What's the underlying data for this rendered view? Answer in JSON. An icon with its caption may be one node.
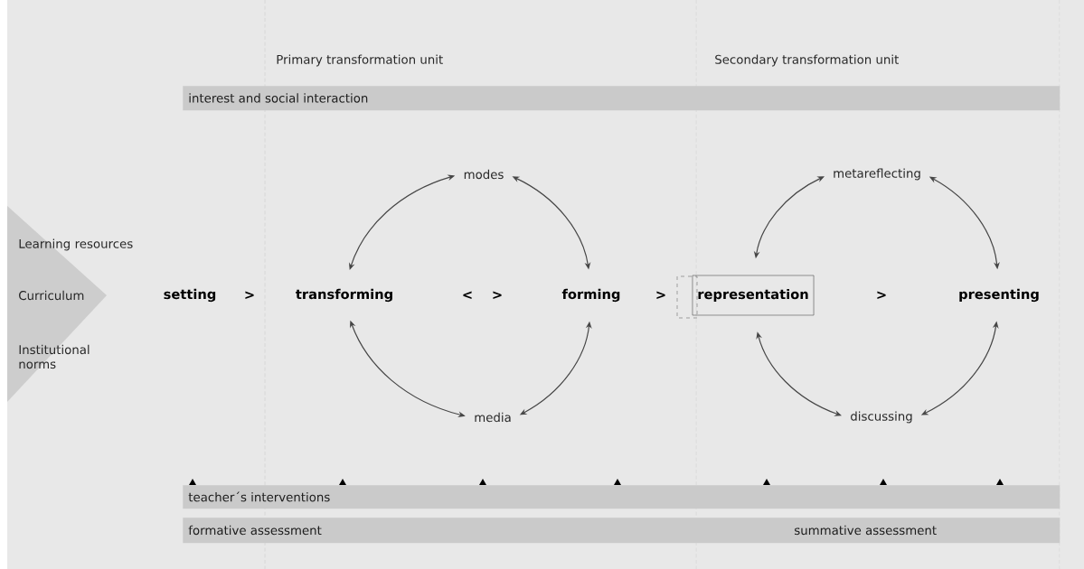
{
  "diagram": {
    "nodes": [
      {
        "text": [
          "interest and social interaction"
        ]
      },
      {
        "text": [
          "modes"
        ]
      },
      {
        "text": [
          "metareflecting"
        ]
      },
      {
        "text": [
          "Learning resources",
          "Curriculum",
          "Institutional norms"
        ]
      },
      {
        "text": [
          "setting"
        ]
      },
      {
        "text": [
          "transforming"
        ]
      },
      {
        "text": [
          "forming"
        ]
      },
      {
        "text": [
          "representation"
        ]
      },
      {
        "text": [
          "presenting"
        ]
      },
      {
        "text": [
          "media"
        ]
      },
      {
        "text": [
          "discussing"
        ]
      },
      {
        "text": [
          "teacher´s interventions"
        ]
      },
      {
        "text": [
          "formative assessment",
          "summative assessment"
        ]
      }
    ],
    "edges": [
      {
        "from": 5,
        "to": 1,
        "arrow": "both"
      },
      {
        "from": 6,
        "to": 1,
        "arrow": "both"
      },
      {
        "from": 5,
        "to": 9,
        "arrow": "both"
      },
      {
        "from": 6,
        "to": 9,
        "arrow": "both"
      },
      {
        "from": 7,
        "to": 2,
        "arrow": "both"
      },
      {
        "from": 8,
        "to": 2,
        "arrow": "both"
      },
      {
        "from": 7,
        "to": 10,
        "arrow": "both"
      },
      {
        "from": 8,
        "to": 10,
        "arrow": "both"
      }
    ],
    "labels": [
      "Primary transformation unit",
      "Secondary transformation unit",
      ">",
      "<",
      ">",
      ">",
      ">"
    ]
  }
}
